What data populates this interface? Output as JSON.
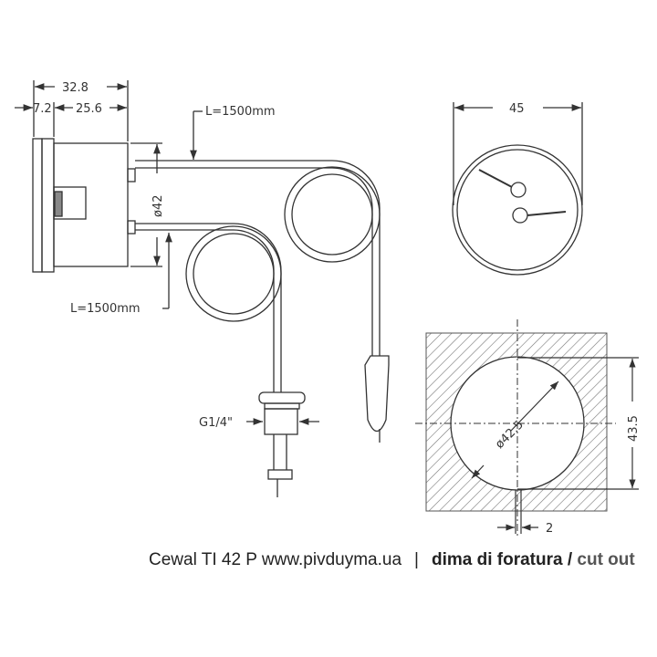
{
  "dimensions": {
    "overall_depth": "32.8",
    "bezel_depth": "7.2",
    "body_depth": "25.6",
    "capillary_upper": "L=1500mm",
    "capillary_lower": "L=1500mm",
    "body_diameter": "ø42",
    "front_diameter": "45",
    "thread": "G1/4\"",
    "cutout_diameter": "ø42.5",
    "cutout_height": "43.5",
    "gap": "2"
  },
  "caption": {
    "product": "Cewal TI 42 P www.pivduyma.ua",
    "separator": "|",
    "title_it": "dima di foratura /",
    "title_en": "cut out"
  },
  "colors": {
    "line": "#333333",
    "hatch": "#777777"
  }
}
